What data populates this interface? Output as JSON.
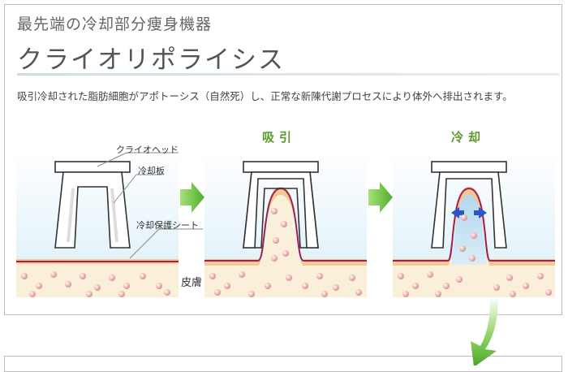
{
  "header": {
    "subtitle": "最先端の冷却部分痩身機器",
    "title": "クライオリポライシス"
  },
  "description": "吸引冷却された脂肪細胞がアポトーシス（自然死）し、正常な新陳代謝プロセスにより体外へ排出されます。",
  "stages": [
    {
      "label": ""
    },
    {
      "label": "吸引"
    },
    {
      "label": "冷却"
    }
  ],
  "diagram_labels": {
    "head": "クライオヘッド",
    "plate": "冷却板",
    "sheet": "冷却保護シート",
    "skin": "皮膚"
  },
  "colors": {
    "accent_green": "#5a9a2e",
    "arrow_green": "#6cc24a",
    "cooling_blue": "#2b56c8",
    "skin_tan": "#f2c898",
    "fat_cream": "#faefd9",
    "sheet_red": "#a1204a"
  }
}
